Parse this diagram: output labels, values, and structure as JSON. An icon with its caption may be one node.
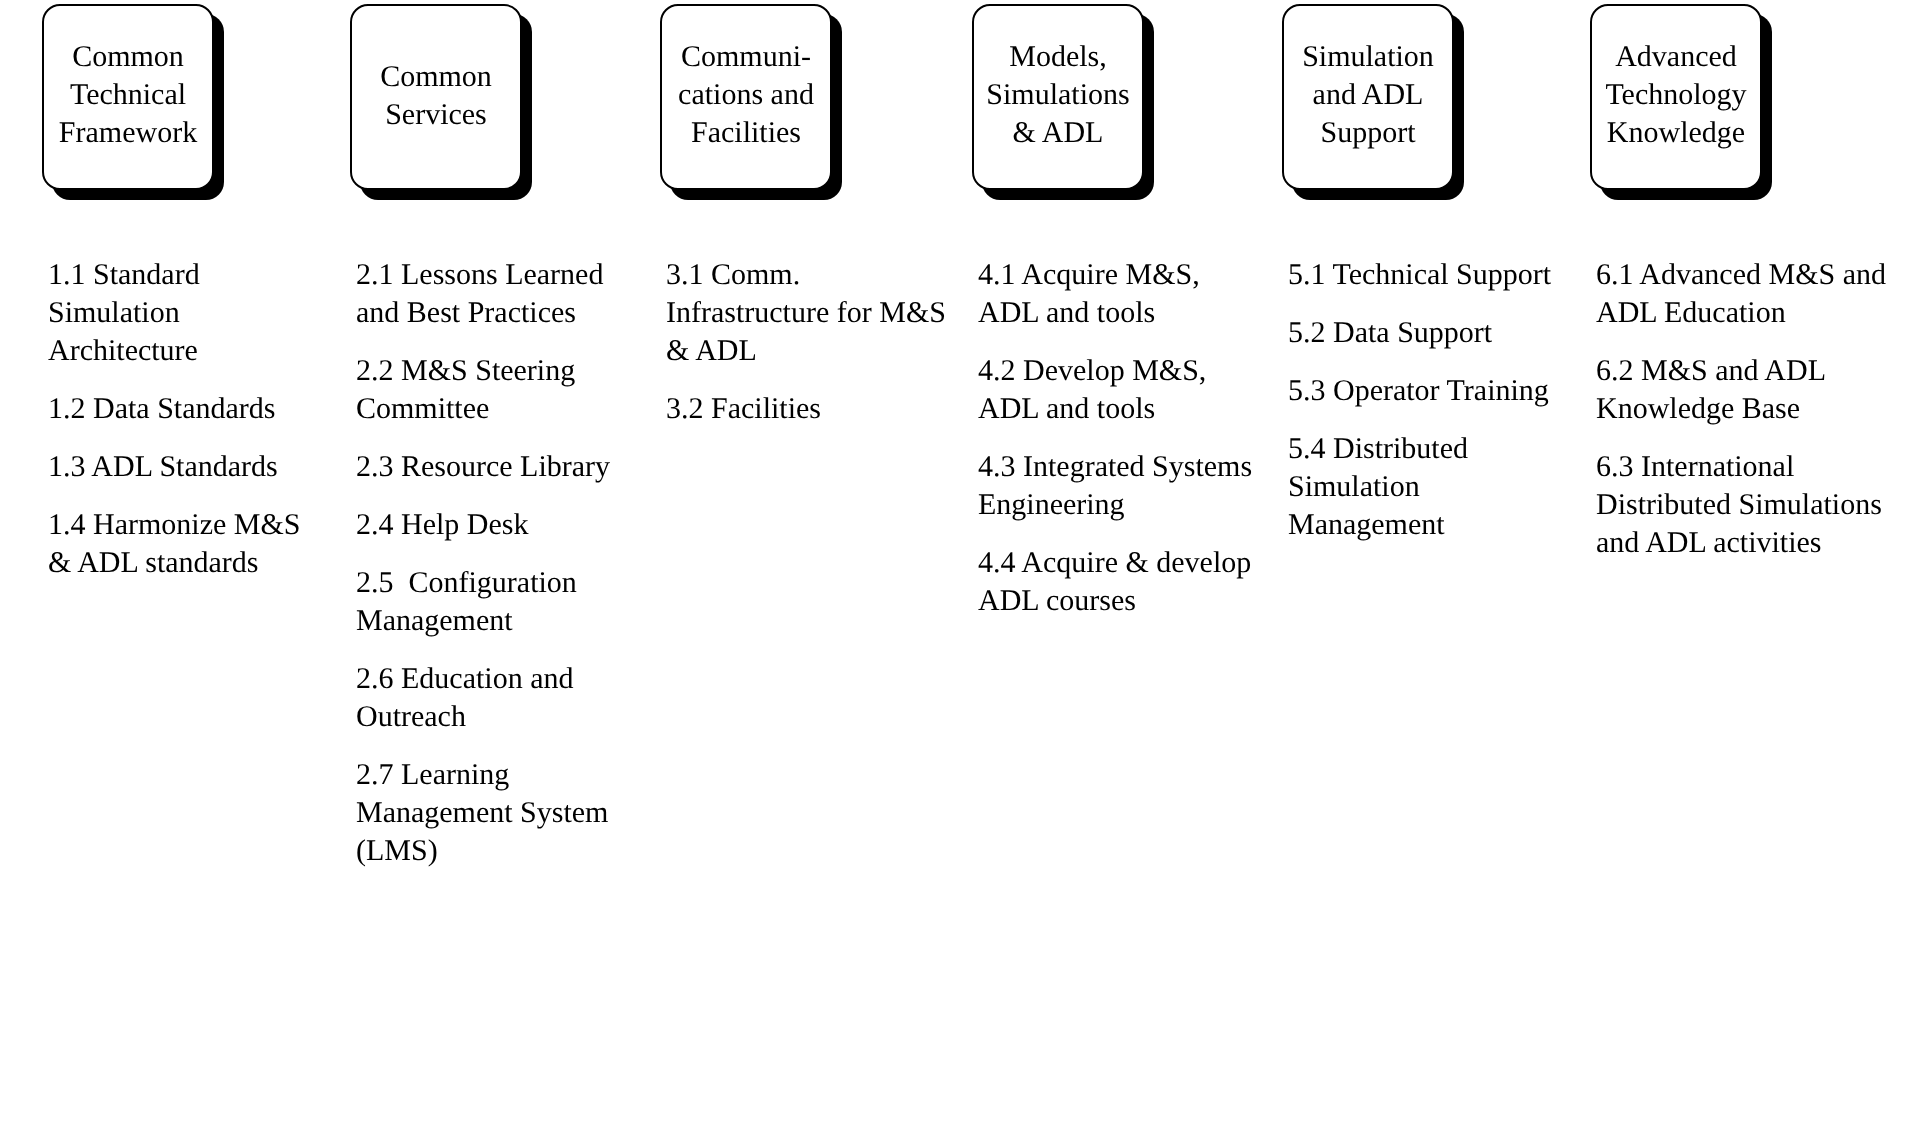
{
  "diagram": {
    "nodes": [
      {
        "text": [
          "Common Technical Framework"
        ],
        "beside": [
          "1.1 Standard Simulation Architecture",
          "1.2 Data Standards",
          "1.3 ADL Standards",
          "1.4 Harmonize M&S & ADL standards"
        ]
      },
      {
        "text": [
          "Common Services"
        ],
        "beside": [
          "2.1 Lessons Learned and Best Practices",
          "2.2 M&S Steering Committee",
          "2.3 Resource Library",
          "2.4 Help Desk",
          "2.5  Configuration Management",
          "2.6 Education and Outreach",
          "2.7 Learning Management System (LMS)"
        ]
      },
      {
        "text": [
          "Communi- cations and Facilities"
        ],
        "beside": [
          "3.1 Comm. Infrastructure for M&S & ADL",
          "3.2 Facilities"
        ]
      },
      {
        "text": [
          "Models, Simulations & ADL"
        ],
        "beside": [
          "4.1 Acquire M&S, ADL and tools",
          "4.2 Develop M&S, ADL and tools",
          "4.3 Integrated Systems Engineering",
          "4.4 Acquire & develop ADL courses"
        ]
      },
      {
        "text": [
          "Simulation and ADL Support"
        ],
        "beside": [
          "5.1 Technical Support",
          "5.2 Data Support",
          "5.3 Operator Training",
          "5.4 Distributed Simulation Management"
        ]
      },
      {
        "text": [
          "Advanced Technology Knowledge"
        ],
        "beside": [
          "6.1 Advanced M&S and ADL Education",
          "6.2 M&S and ADL Knowledge Base",
          "6.3 International Distributed Simulations and ADL activities"
        ]
      }
    ]
  }
}
